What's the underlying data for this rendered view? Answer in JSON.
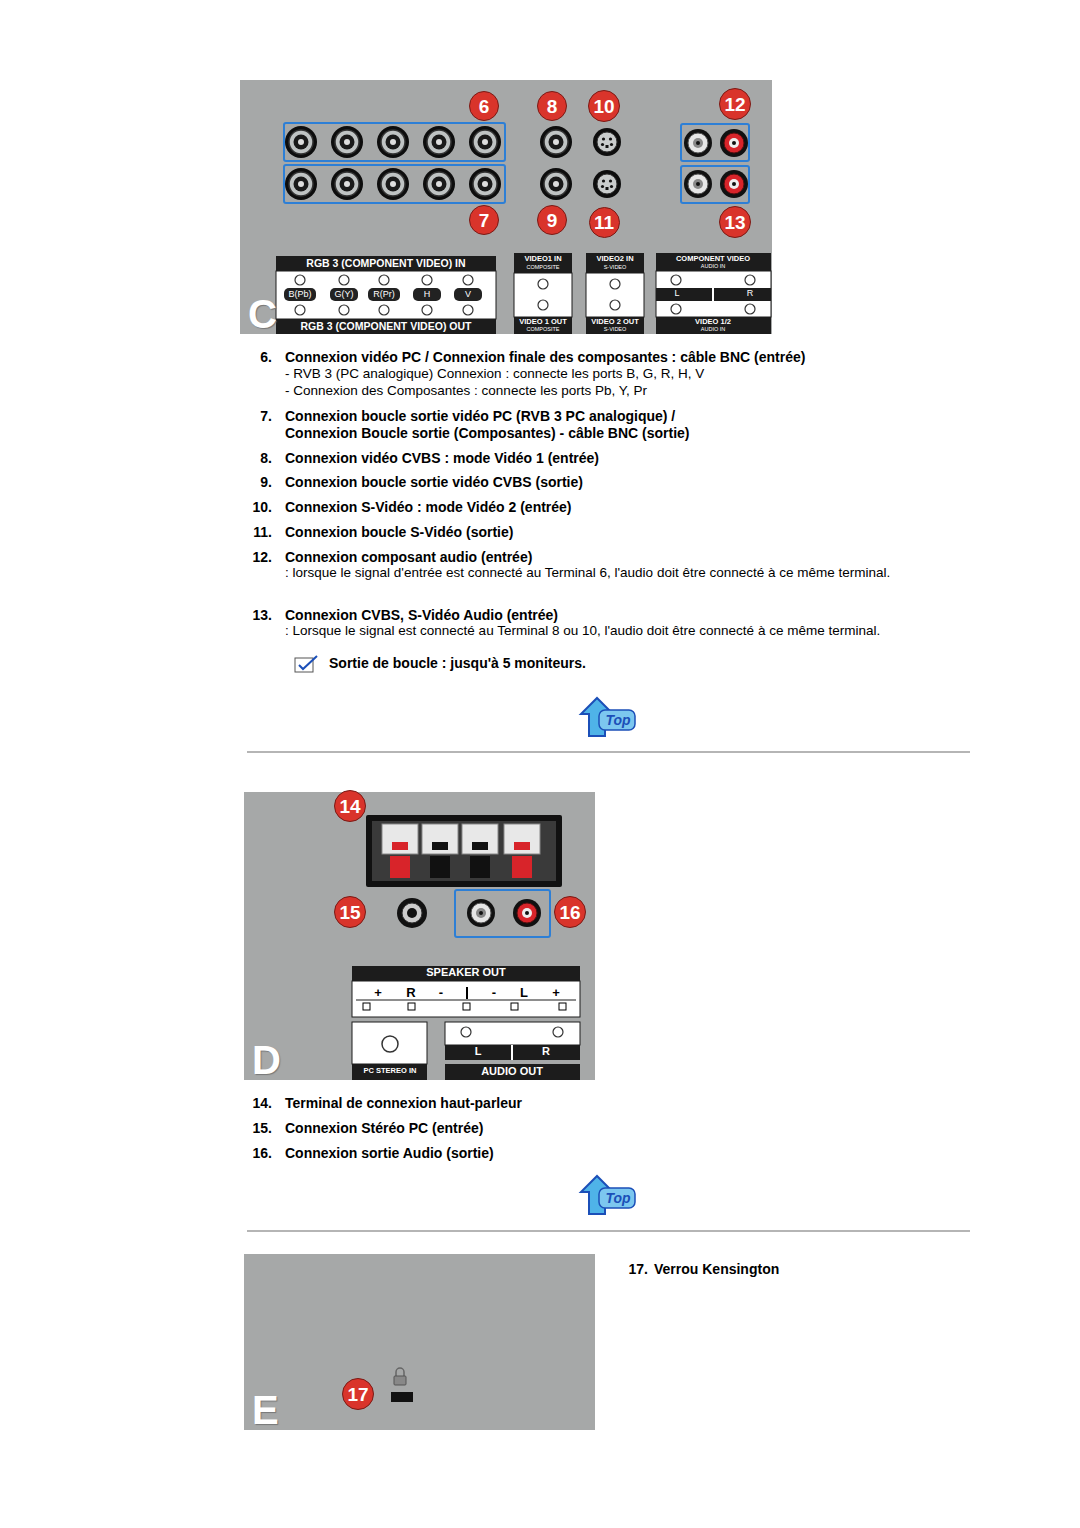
{
  "diagram": {
    "nodes": [
      {
        "text": [
          "C"
        ]
      },
      {
        "text": [
          "6"
        ],
        "in": 0
      },
      {
        "text": [
          "8"
        ],
        "in": 0
      },
      {
        "text": [
          "10"
        ],
        "in": 0
      },
      {
        "text": [
          "12"
        ],
        "in": 0
      },
      {
        "text": [
          "7"
        ],
        "in": 0
      },
      {
        "text": [
          "9"
        ],
        "in": 0
      },
      {
        "text": [
          "11"
        ],
        "in": 0
      },
      {
        "text": [
          "13"
        ],
        "in": 0
      },
      {
        "text": [
          "D"
        ]
      },
      {
        "text": [
          "14"
        ],
        "in": 9
      },
      {
        "text": [
          "15"
        ],
        "in": 9
      },
      {
        "text": [
          "16"
        ],
        "in": 9
      },
      {
        "text": [
          "E"
        ]
      },
      {
        "text": [
          "17"
        ],
        "in": 13
      }
    ],
    "labels": [
      "RGB 3 (COMPONENT VIDEO) IN",
      "B(Pb)",
      "G(Y)",
      "R(Pr)",
      "H",
      "V",
      "RGB 3 (COMPONENT VIDEO) OUT",
      "VIDEO1 IN",
      "COMPOSITE",
      "VIDEO 1 OUT",
      "COMPOSITE",
      "VIDEO2 IN",
      "S-VIDEO",
      "VIDEO 2 OUT",
      "S-VIDEO",
      "COMPONENT VIDEO",
      "AUDIO IN",
      "L",
      "R",
      "VIDEO 1/2",
      "AUDIO IN",
      "6.",
      "Connexion vidéo PC / Connexion finale des composantes : câble BNC (entrée)",
      "- RVB 3 (PC analogique) Connexion : connecte les ports B, G, R, H, V",
      "- Connexion des Composantes : connecte les ports Pb, Y, Pr",
      "7.",
      "Connexion boucle sortie vidéo PC (RVB 3 PC analogique) / Connexion Boucle sortie (Composantes) - câble BNC (sortie)",
      "8.",
      "Connexion vidéo CVBS : mode Vidéo 1 (entrée)",
      "9.",
      "Connexion boucle sortie vidéo CVBS (sortie)",
      "10.",
      "Connexion S-Vidéo : mode Vidéo 2 (entrée)",
      "11.",
      "Connexion boucle S-Vidéo (sortie)",
      "12.",
      "Connexion composant audio (entrée)",
      ": lorsque le signal d'entrée est connecté au Terminal 6, l'audio doit être connecté à ce même terminal.",
      "13.",
      "Connexion CVBS, S-Vidéo Audio (entrée)",
      ": Lorsque le signal est connecté au Terminal 8 ou 10, l'audio doit être connecté à ce même terminal.",
      "Sortie de boucle : jusqu'à 5 moniteurs.",
      "Top",
      "SPEAKER OUT",
      "+",
      "R",
      "-",
      "-",
      "L",
      "+",
      "L",
      "R",
      "PC STEREO IN",
      "AUDIO OUT",
      "14.",
      "Terminal de connexion haut-parleur",
      "15.",
      "Connexion Stéréo PC (entrée)",
      "16.",
      "Connexion sortie Audio (sortie)",
      "Top",
      "17.",
      "Verrou Kensington"
    ]
  }
}
